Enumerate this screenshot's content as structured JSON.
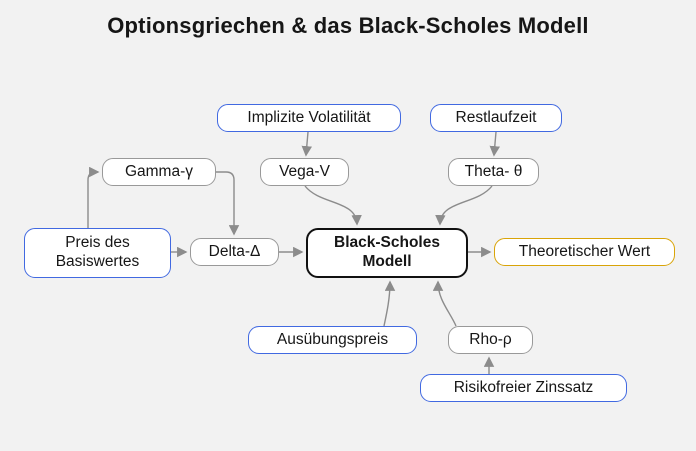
{
  "title": "Optionsgriechen & das Black-Scholes Modell",
  "nodes": {
    "implizite_volatilitaet": {
      "label": "Implizite Volatilität"
    },
    "restlaufzeit": {
      "label": "Restlaufzeit"
    },
    "gamma": {
      "label": "Gamma-γ"
    },
    "vega": {
      "label": "Vega-V"
    },
    "theta": {
      "label": "Theta- θ"
    },
    "preis_basiswert": {
      "label": "Preis des\nBasiswertes"
    },
    "delta": {
      "label": "Delta-Δ"
    },
    "black_scholes": {
      "label": "Black-Scholes\nModell"
    },
    "theoretischer_wert": {
      "label": "Theoretischer Wert"
    },
    "ausuebungspreis": {
      "label": "Ausübungspreis"
    },
    "rho": {
      "label": "Rho-ρ"
    },
    "risikofreier_zinssatz": {
      "label": "Risikofreier Zinssatz"
    }
  },
  "colors": {
    "background": "#f2f2f2",
    "node_fill": "#ffffff",
    "text": "#161616",
    "blue": "#4169e1",
    "gray": "#999999",
    "black": "#111111",
    "gold": "#d9a408",
    "arrow": "#8c8c8c"
  }
}
